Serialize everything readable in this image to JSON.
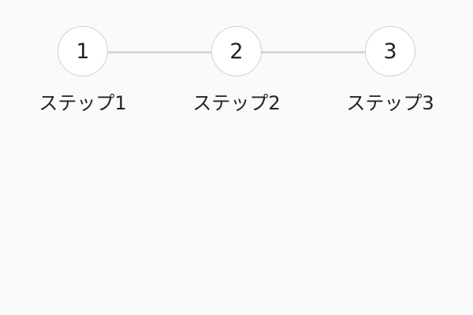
{
  "stepper": {
    "steps": [
      {
        "number": "1",
        "label": "ステップ1"
      },
      {
        "number": "2",
        "label": "ステップ2"
      },
      {
        "number": "3",
        "label": "ステップ3"
      }
    ]
  }
}
